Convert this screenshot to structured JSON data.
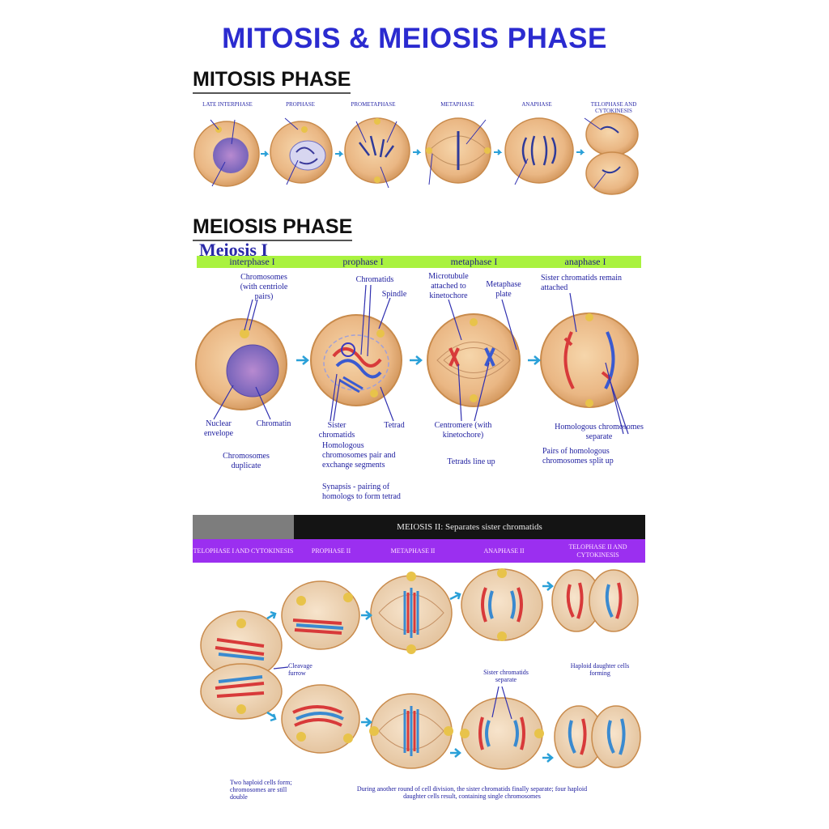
{
  "title": "MITOSIS & MEIOSIS PHASE",
  "mitosis": {
    "heading": "MITOSIS PHASE",
    "stage_labels": [
      "LATE INTERPHASE",
      "PROPHASE",
      "PROMETAPHASE",
      "METAPHASE",
      "ANAPHASE",
      "TELOPHASE AND CYTOKINESIS"
    ]
  },
  "meiosis": {
    "heading": "MEIOSIS PHASE",
    "meiosis1": {
      "title": "Meiosis I",
      "phases": [
        "interphase I",
        "prophase I",
        "metaphase I",
        "anaphase I"
      ],
      "labels": {
        "chromosomes_pairs": "Chromosomes (with centriole pairs)",
        "nuclear_envelope": "Nuclear envelope",
        "chromatin": "Chromatin",
        "chromosomes_duplicate": "Chromosomes duplicate",
        "chromatids": "Chromatids",
        "spindle": "Spindle",
        "sister_chromatids": "Sister chromatids",
        "tetrad": "Tetrad",
        "homologous_exchange": "Homologous chromosomes pair and exchange segments",
        "synapsis": "Synapsis - pairing of homologs to form tetrad",
        "microtubule": "Microtubule attached to kinetochore",
        "metaphase_plate": "Metaphase plate",
        "centromere": "Centromere (with kinetochore)",
        "tetrads_line_up": "Tetrads line up",
        "sister_attached": "Sister chromatids remain attached",
        "homologous_separate": "Homologous chromosomes separate",
        "pairs_split": "Pairs of homologous chromosomes split up"
      }
    },
    "meiosis2": {
      "header": "MEIOSIS II: Separates sister chromatids",
      "phases": [
        "TELOPHASE I AND CYTOKINESIS",
        "PROPHASE II",
        "METAPHASE II",
        "ANAPHASE II",
        "TELOPHASE II AND CYTOKINESIS"
      ],
      "labels": {
        "cleavage_furrow": "Cleavage furrow",
        "sister_separate": "Sister chromatids separate",
        "haploid_forming": "Haploid daughter cells forming",
        "two_haploid": "Two haploid cells form; chromosomes are still double",
        "caption": "During another round of cell division, the sister chromatids finally separate; four haploid daughter cells result, containing single chromosomes"
      }
    }
  },
  "colors": {
    "title": "#2b2bd0",
    "cell_fill": "#eab784",
    "cell_edge": "#c98b4c",
    "chromosome_red": "#d83a3a",
    "chromosome_blue": "#3a8ad0",
    "label": "#2020a0",
    "arrow": "#2aa0d8",
    "meiosis1_bar": "#a9f23f",
    "meiosis2_bar": "#9b2ff0"
  }
}
